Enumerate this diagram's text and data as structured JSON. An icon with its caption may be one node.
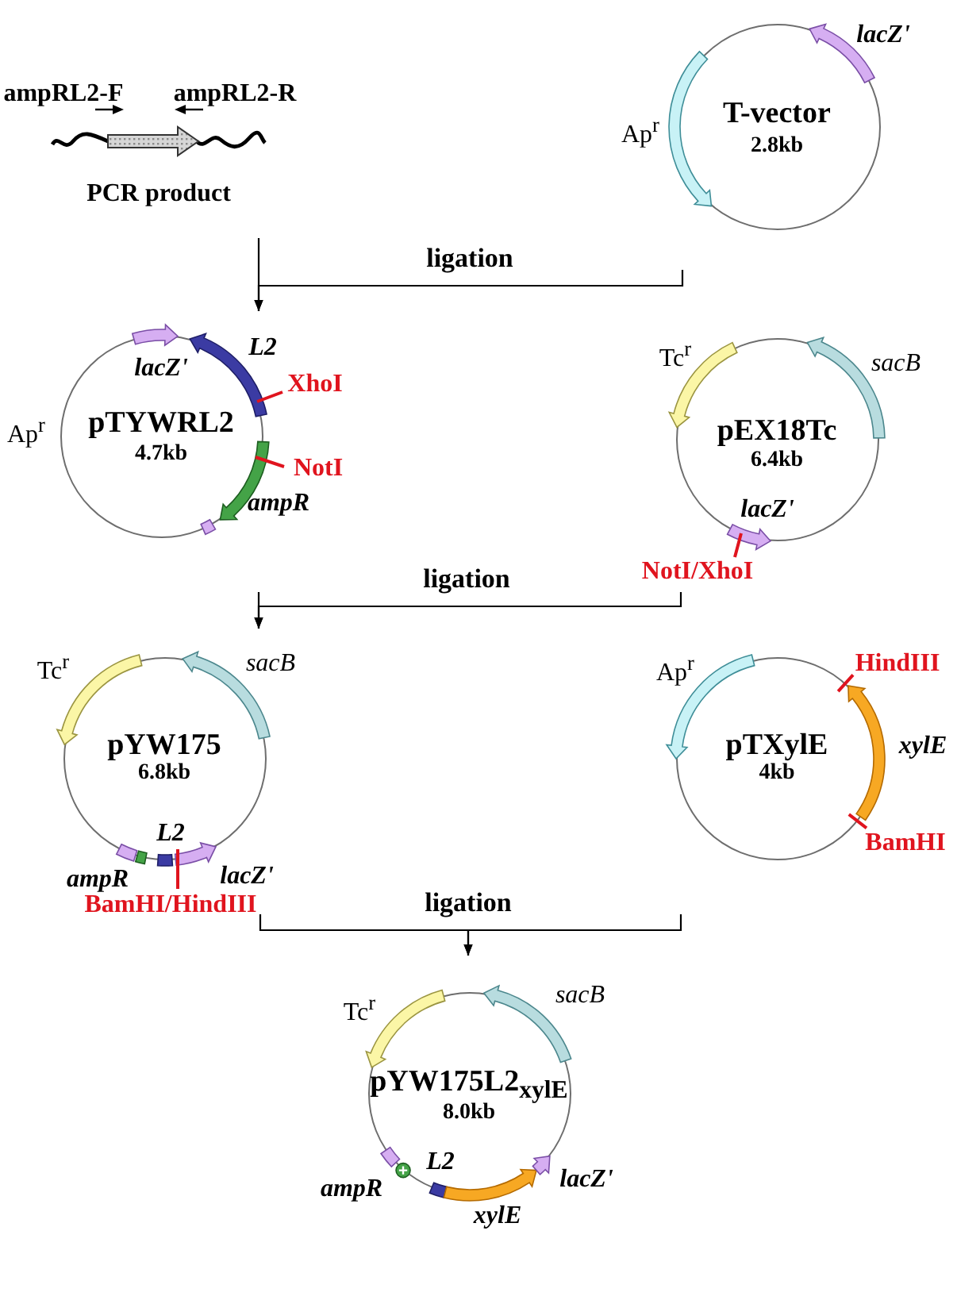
{
  "diagram": {
    "nodes": [
      {
        "text": [
          "PCR product"
        ],
        "beside": [
          "ampRL2-F",
          "ampRL2-R"
        ]
      },
      {
        "text": [
          "T-vector",
          "2.8kb"
        ],
        "beside": [
          "lacZ'",
          "Ap$^{r}$"
        ]
      },
      {
        "text": [
          "L2",
          "lacZ'",
          "pTYWRL2",
          "4.7kb"
        ],
        "beside": [
          "XhoI",
          "NotI",
          "ampR",
          "Ap$^{r}$"
        ]
      },
      {
        "text": [
          "pEX18Tc",
          "6.4kb",
          "lacZ'"
        ],
        "beside": [
          "Tc$^{r}$",
          "sacB",
          "NotI/XhoI"
        ]
      },
      {
        "text": [
          "pYW175",
          "6.8kb",
          "L2"
        ],
        "beside": [
          "Tc$^{r}$",
          "sacB",
          "ampR",
          "lacZ'",
          "BamHI/HindIII"
        ]
      },
      {
        "text": [
          "pTXylE",
          "4kb"
        ],
        "beside": [
          "Ap$^{r}$",
          "HindIII",
          "xylE",
          "BamHI"
        ]
      },
      {
        "text": [
          "pYW175L2$_{xylE}$",
          "8.0kb",
          "L2"
        ],
        "beside": [
          "Tc$^{r}$",
          "sacB",
          "ampR",
          "lacZ'",
          "xylE"
        ]
      }
    ],
    "edges": [
      {
        "from": 0,
        "to": 2,
        "arrow": "to"
      },
      {
        "from": 1,
        "to": 2,
        "arrow": "to",
        "label": "ligation"
      },
      {
        "from": 2,
        "to": 4,
        "arrow": "to"
      },
      {
        "from": 3,
        "to": 4,
        "arrow": "to",
        "label": "ligation"
      },
      {
        "from": 4,
        "to": 6,
        "arrow": "to",
        "label": "ligation"
      },
      {
        "from": 5,
        "to": 6,
        "arrow": "to"
      }
    ]
  }
}
